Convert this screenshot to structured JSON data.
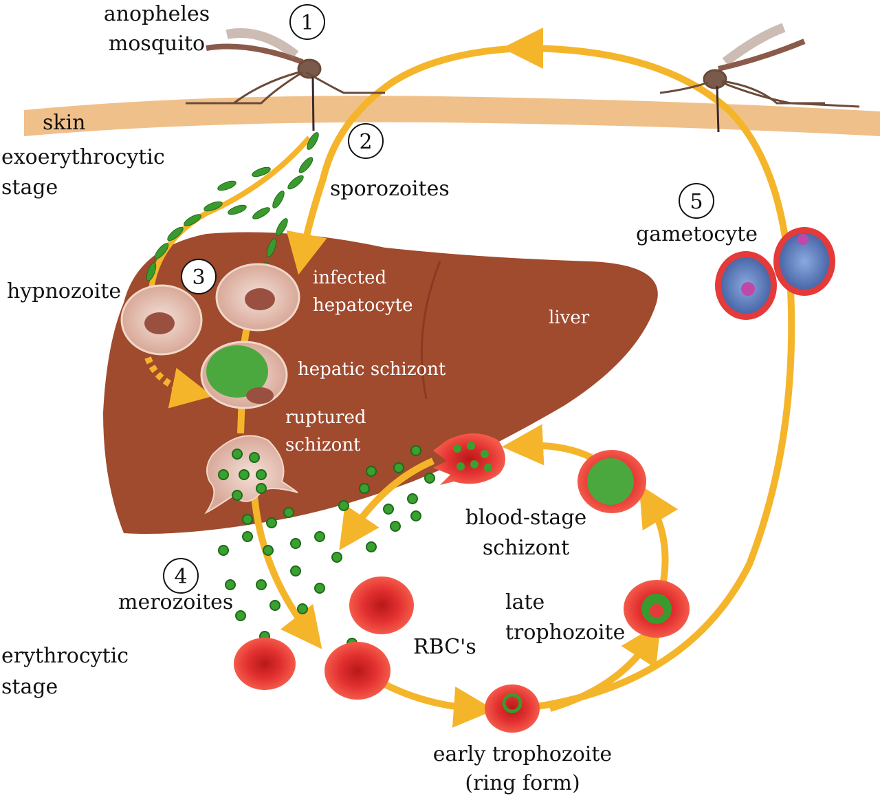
{
  "colors": {
    "arrow": "#f5b52a",
    "liver": "#a04a2e",
    "skin": "#f0c08a",
    "rbc": "#e43a3a",
    "parasite": "#3a9a2e",
    "gametocyte": "#5a7ab8"
  },
  "labels": {
    "mosquito": [
      "anopheles",
      "mosquito"
    ],
    "skin": "skin",
    "exoerythrocytic": [
      "exoerythrocytic",
      "stage"
    ],
    "sporozoites": "sporozoites",
    "hypnozoite": "hypnozoite",
    "infected_hepatocyte": [
      "infected",
      "hepatocyte"
    ],
    "liver": "liver",
    "hepatic_schizont": "hepatic schizont",
    "ruptured_schizont": [
      "ruptured",
      "schizont"
    ],
    "gametocyte": "gametocyte",
    "blood_stage_schizont": [
      "blood-stage",
      "schizont"
    ],
    "merozoites": "merozoites",
    "late_trophozoite": [
      "late",
      "trophozoite"
    ],
    "rbcs": "RBC's",
    "erythrocytic": [
      "erythrocytic",
      "stage"
    ],
    "early_trophozoite": [
      "early trophozoite",
      "(ring form)"
    ]
  },
  "steps": [
    "1",
    "2",
    "3",
    "4",
    "5"
  ]
}
